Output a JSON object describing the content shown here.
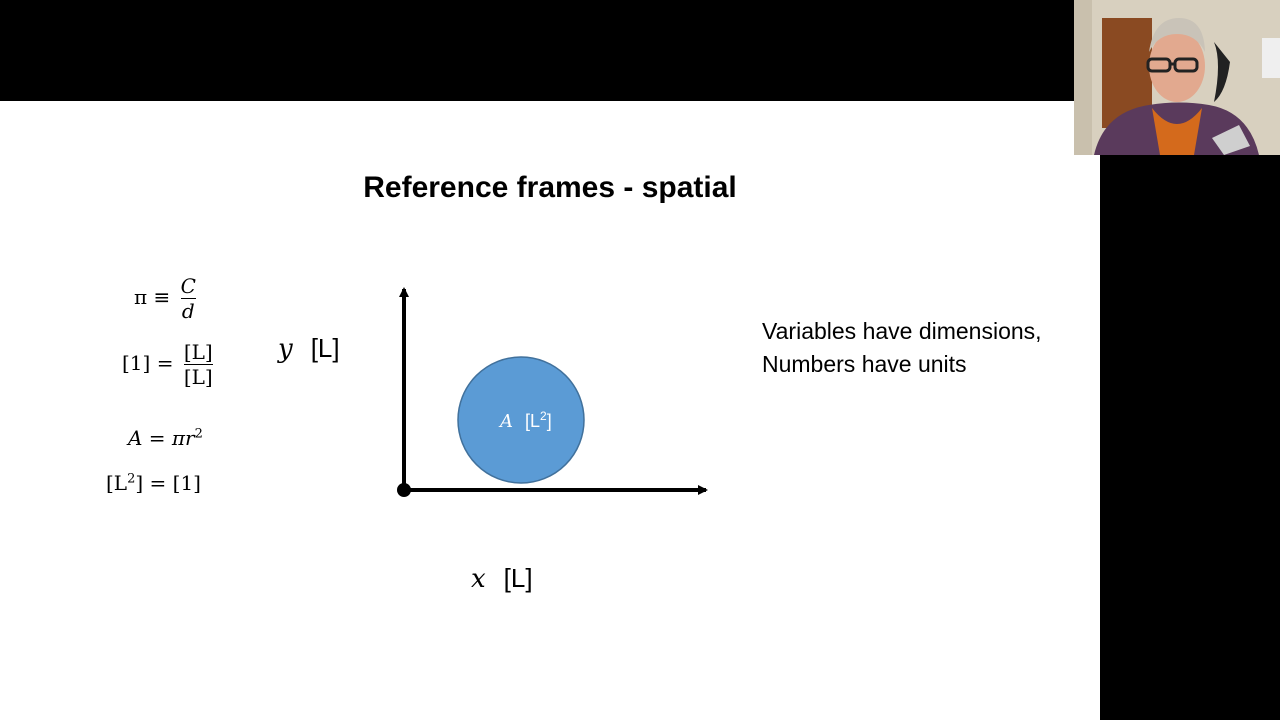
{
  "slide": {
    "title": "Reference frames - spatial",
    "equations": {
      "pi_def": {
        "lhs": "π ≡",
        "numerator": "C",
        "denominator": "d"
      },
      "unit_ratio": {
        "lhs": "[1] =",
        "numerator": "[L]",
        "denominator": "[L]"
      },
      "area": {
        "lhs": "A = πr",
        "exp": "2"
      },
      "area_dim": {
        "lhs": "[L",
        "exp": "2",
        "rhs": "] = [1]"
      }
    },
    "diagram": {
      "y_var": "y",
      "y_dim": "[L]",
      "x_var": "x",
      "x_dim": "[L]",
      "circle_var": "A",
      "circle_dim_open": "[L",
      "circle_dim_exp": "2",
      "circle_dim_close": "]",
      "circle_color": "#5b9bd5",
      "circle_stroke": "#41719c"
    },
    "notes": [
      "Variables have dimensions,",
      "Numbers have units"
    ]
  }
}
